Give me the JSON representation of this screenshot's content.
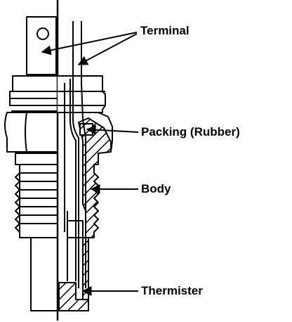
{
  "labels": {
    "terminal": "Terminal",
    "packing": "Packing (Rubber)",
    "body": "Body",
    "thermister": "Thermister"
  },
  "colors": {
    "ink": "#000000",
    "paper": "#ffffff"
  }
}
